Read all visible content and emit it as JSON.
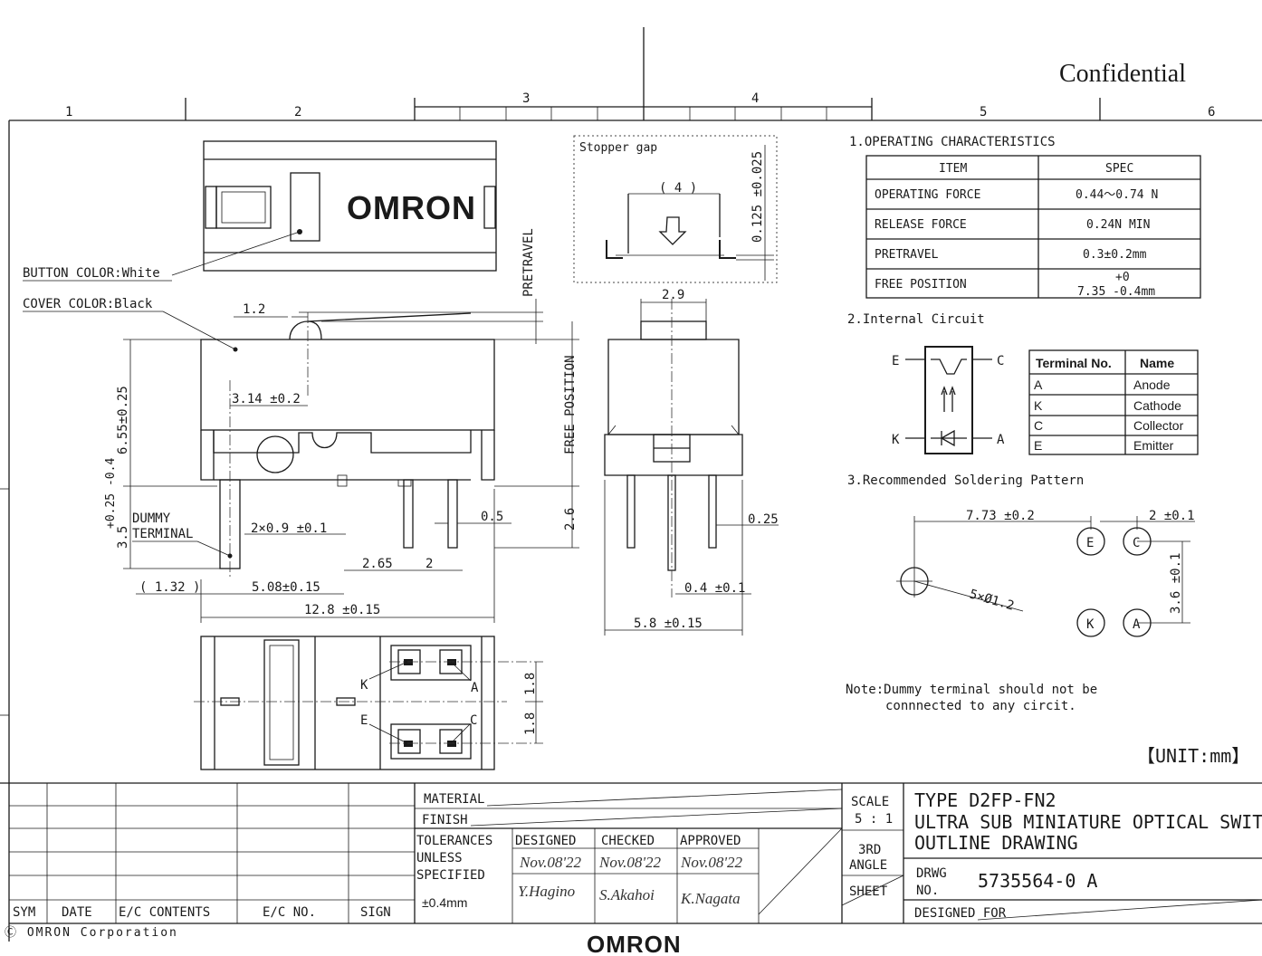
{
  "header": {
    "confidential": "Confidential"
  },
  "zones": [
    "1",
    "2",
    "3",
    "4",
    "5",
    "6"
  ],
  "front_view": {
    "logo": "OMRON",
    "button_color": "BUTTON COLOR:White",
    "cover_color": "COVER COLOR:Black",
    "dim_1_2": "1.2",
    "dim_3_14": "3.14 ±0.2",
    "dim_6_55": "6.55±0.25",
    "dim_3_5": "3.5",
    "dim_3_5_tol": "+0.25 -0.4",
    "dummy_terminal": [
      "DUMMY",
      "TERMINAL"
    ],
    "dim_2x0_9": "2×0.9 ±0.1",
    "dim_0_5": "0.5",
    "dim_2_6": "2.6",
    "dim_2_65": "2.65",
    "dim_2": "2",
    "dim_1_32": "( 1.32 )",
    "dim_5_08": "5.08±0.15",
    "dim_12_8": "12.8 ±0.15",
    "pretravel": "PRETRAVEL",
    "free_position": "FREE POSITION"
  },
  "stopper": {
    "title": "Stopper gap",
    "dim_4": "( 4 )",
    "dim_gap": "0.125 ±0.025"
  },
  "side_view": {
    "dim_2_9": "2.9",
    "dim_0_25": "0.25",
    "dim_0_4": "0.4 ±0.1",
    "dim_5_8": "5.8 ±0.15"
  },
  "bottom_view": {
    "pin_k": "K",
    "pin_e": "E",
    "pin_a": "A",
    "pin_c": "C",
    "dim_1_8a": "1.8",
    "dim_1_8b": "1.8"
  },
  "operating": {
    "heading": "1.OPERATING CHARACTERISTICS",
    "col_item": "ITEM",
    "col_spec": "SPEC",
    "rows": [
      {
        "item": "OPERATING FORCE",
        "spec": "0.44〜0.74 N"
      },
      {
        "item": "RELEASE FORCE",
        "spec": "0.24N MIN"
      },
      {
        "item": "PRETRAVEL",
        "spec": "0.3±0.2mm"
      },
      {
        "item": "FREE POSITION",
        "spec": "7.35 -0.4mm",
        "spec_top": "+0"
      }
    ]
  },
  "circuit": {
    "heading": "2.Internal Circuit",
    "labels": {
      "e": "E",
      "c": "C",
      "k": "K",
      "a": "A"
    },
    "col_terminal": "Terminal No.",
    "col_name": "Name",
    "rows": [
      {
        "t": "A",
        "n": "Anode"
      },
      {
        "t": "K",
        "n": "Cathode"
      },
      {
        "t": "C",
        "n": "Collector"
      },
      {
        "t": "E",
        "n": "Emitter"
      }
    ]
  },
  "soldering": {
    "heading": "3.Recommended Soldering Pattern",
    "dim_7_73": "7.73 ±0.2",
    "dim_2": "2 ±0.1",
    "dim_3_6": "3.6 ±0.1",
    "holes": "5×Ø1.2",
    "e": "E",
    "c": "C",
    "k": "K",
    "a": "A"
  },
  "note": {
    "line1": "Note:Dummy terminal should not be",
    "line2": "connnected to any circit."
  },
  "unit": "【UNIT:mm】",
  "title_block": {
    "material": "MATERIAL",
    "finish": "FINISH",
    "tolerances": [
      "TOLERANCES",
      "UNLESS",
      "SPECIFIED"
    ],
    "tolerance_value": "±0.4mm",
    "designed": "DESIGNED",
    "checked": "CHECKED",
    "approved": "APPROVED",
    "date_designed": "Nov.08'22",
    "date_checked": "Nov.08'22",
    "date_approved": "Nov.08'22",
    "sig_designed": "Y.Hagino",
    "sig_checked": "S.Akahoi",
    "sig_approved": "K.Nagata",
    "scale_label": "SCALE",
    "scale_value": "5 : 1",
    "angle": [
      "3RD",
      "ANGLE"
    ],
    "sheet": "SHEET",
    "type": "TYPE D2FP-FN2",
    "desc1": "ULTRA SUB MINIATURE OPTICAL SWITCH",
    "desc2": "OUTLINE DRAWING",
    "drwg": [
      "DRWG",
      "NO."
    ],
    "drwg_no": "5735564-0 A",
    "designed_for": "DESIGNED FOR",
    "rev_cols": [
      "SYM",
      "DATE",
      "E/C CONTENTS",
      "E/C NO.",
      "SIGN"
    ],
    "copyright": "Ⓒ OMRON Corporation",
    "footer_logo": "OMRON"
  }
}
